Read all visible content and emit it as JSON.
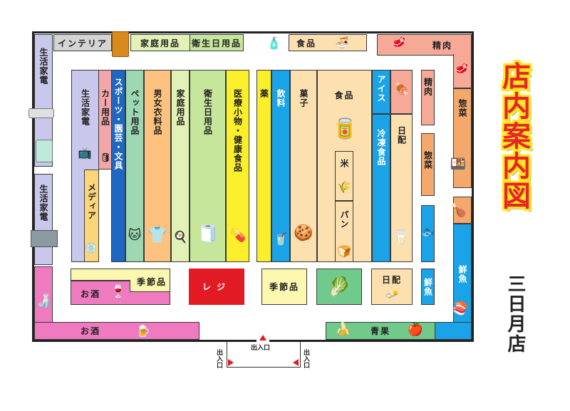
{
  "title": "店内案内図",
  "store_name": "三日月店",
  "colors": {
    "title_red": "#e8232a",
    "title_yellow_outline": "#ffe81a",
    "lavender": "#c9c8ec",
    "pink": "#f3a6a8",
    "blue_dark": "#1f67c1",
    "mint": "#9ed8b3",
    "orange": "#fcc27e",
    "pale_green": "#e2f2b6",
    "green": "#c6e69c",
    "yellow": "#fbee2b",
    "sky": "#1aa3e6",
    "peach": "#fde0b0",
    "salmon": "#f6a996",
    "sozai_orange": "#f5a86b",
    "magenta": "#f07ac0",
    "cream": "#fdf8b0",
    "register_red": "#e21a24",
    "produce_green": "#72c98c",
    "interior_gray": "#d4d4d4"
  },
  "perimeter": {
    "top": [
      {
        "label": "インテリア"
      },
      {
        "label": "家庭用品"
      },
      {
        "label": "衛生日用品"
      },
      {
        "label": "食品"
      },
      {
        "label": "精肉"
      }
    ],
    "left": [
      {
        "label": "生活家電"
      },
      {
        "label": "生活家電"
      }
    ],
    "right": [
      {
        "label": "惣菜"
      },
      {
        "label": "鮮魚"
      }
    ],
    "bottom": [
      {
        "label": "お酒"
      },
      {
        "label": "青果"
      }
    ]
  },
  "aisles_left": [
    {
      "label": "生活家電"
    },
    {
      "label": "カー用品"
    },
    {
      "label": "スポーツ・園芸・文具"
    },
    {
      "label": "ペット用品"
    },
    {
      "label": "男女衣料品"
    },
    {
      "label": "家庭用品"
    },
    {
      "label": "衛生日用品"
    },
    {
      "label": "医療小物・健康食品"
    },
    {
      "label": "メディア"
    }
  ],
  "aisles_right": [
    {
      "label": "薬"
    },
    {
      "label": "飲料"
    },
    {
      "label": "菓子"
    },
    {
      "label": "食品"
    },
    {
      "label": "米"
    },
    {
      "label": "パン"
    },
    {
      "label": "アイス"
    },
    {
      "label": "冷凍食品"
    },
    {
      "label": "日配"
    },
    {
      "label": "精肉"
    },
    {
      "label": "惣菜"
    },
    {
      "label": "鮮魚"
    }
  ],
  "front_islands": [
    {
      "label": "季節品"
    },
    {
      "label": "お酒"
    },
    {
      "label": "レジ"
    },
    {
      "label": "季節品"
    },
    {
      "label": "日配"
    },
    {
      "label": "鮮魚"
    }
  ],
  "entrances": [
    {
      "label": "出入口"
    },
    {
      "label": "出入口"
    },
    {
      "label": "出入口"
    }
  ]
}
